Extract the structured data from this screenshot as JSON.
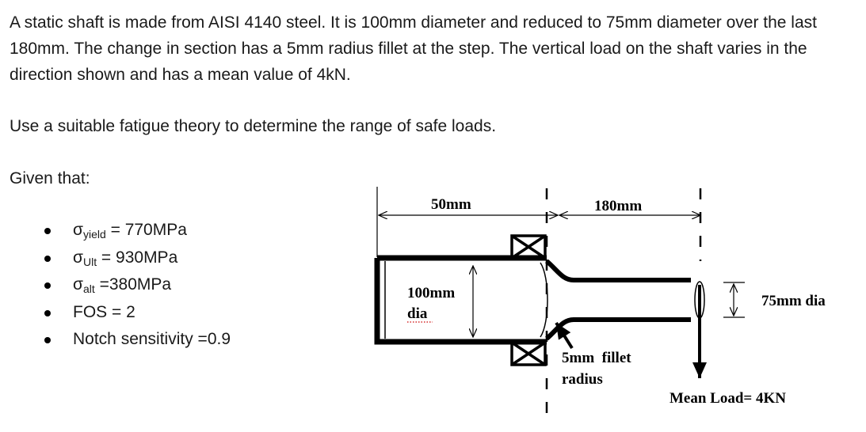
{
  "problem": {
    "intro": "A static shaft is made from AISI 4140 steel. It is 100mm diameter and reduced to 75mm diameter over the last 180mm. The change in section has a 5mm radius fillet at the step. The vertical load on the shaft varies in the direction shown and has a mean value of 4kN.",
    "task": "Use a suitable fatigue theory to determine the range of safe loads.",
    "given_heading": "Given that:"
  },
  "givens": [
    {
      "symbol": "σ",
      "sub": "yield",
      "rest": " = 770MPa"
    },
    {
      "symbol": "σ",
      "sub": "Ult",
      "rest": " = 930MPa"
    },
    {
      "symbol": "σ",
      "sub": "alt",
      "rest": " =380MPa"
    },
    {
      "symbol": "",
      "sub": "",
      "rest": "FOS = 2"
    },
    {
      "symbol": "",
      "sub": "",
      "rest": "Notch sensitivity =0.9"
    }
  ],
  "diagram": {
    "dim_50": "50mm",
    "dim_180": "180mm",
    "dia_100_line1": "100mm",
    "dia_100_line2": "dia",
    "dia_75": "75mm dia",
    "fillet_line1": "5mm  fillet",
    "fillet_line2": "radius",
    "mean_load": "Mean Load= 4KN"
  }
}
